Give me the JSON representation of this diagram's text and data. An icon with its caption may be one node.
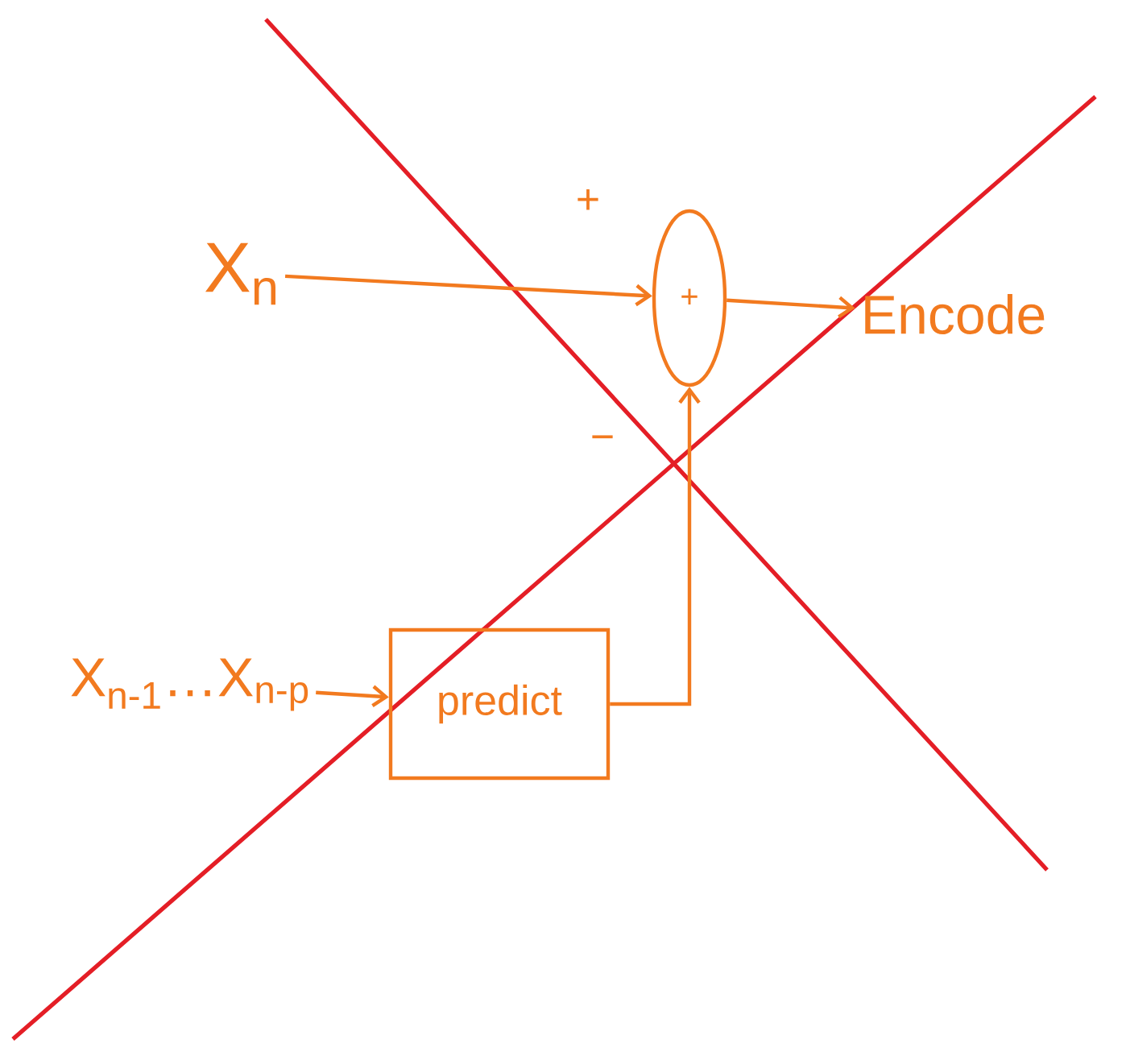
{
  "diagram": {
    "nodes": [
      {
        "text": [
          "X$_{n}$"
        ]
      },
      {
        "text": [
          "+"
        ]
      },
      {
        "text": [
          "Encode"
        ]
      },
      {
        "text": [
          "X$_{n-1}$…X$_{n-p}$"
        ]
      },
      {
        "text": [
          "predict"
        ]
      }
    ],
    "edges": [
      {
        "from": 0,
        "to": 1,
        "arrow": "to"
      },
      {
        "from": 1,
        "to": 2,
        "arrow": "to"
      },
      {
        "from": 3,
        "to": 4,
        "arrow": "to"
      },
      {
        "from": 4,
        "to": 1,
        "arrow": "to"
      }
    ],
    "labels": [
      "+",
      "−"
    ]
  }
}
